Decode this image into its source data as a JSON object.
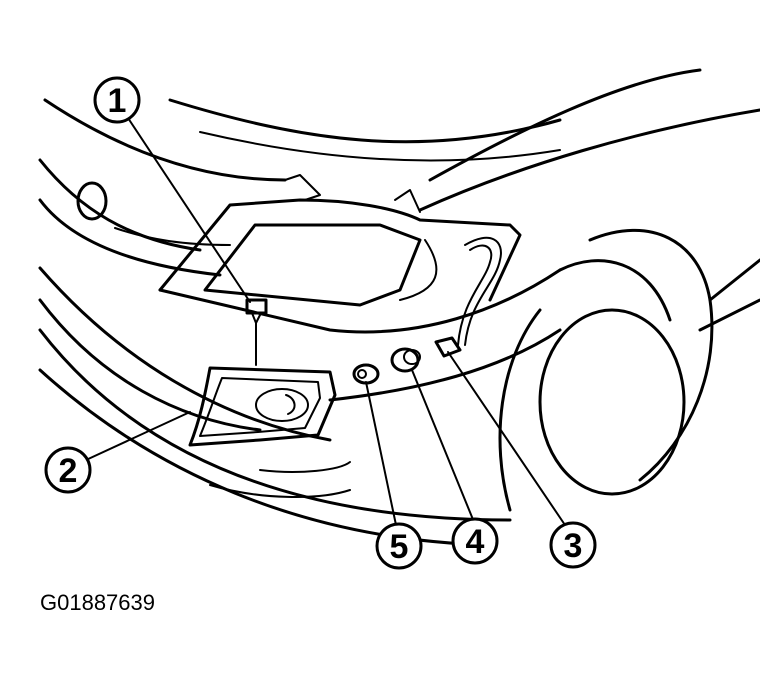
{
  "callouts": [
    {
      "id": "1",
      "label": "1"
    },
    {
      "id": "2",
      "label": "2"
    },
    {
      "id": "3",
      "label": "3"
    },
    {
      "id": "4",
      "label": "4"
    },
    {
      "id": "5",
      "label": "5"
    }
  ],
  "figure_id": "G01887639"
}
